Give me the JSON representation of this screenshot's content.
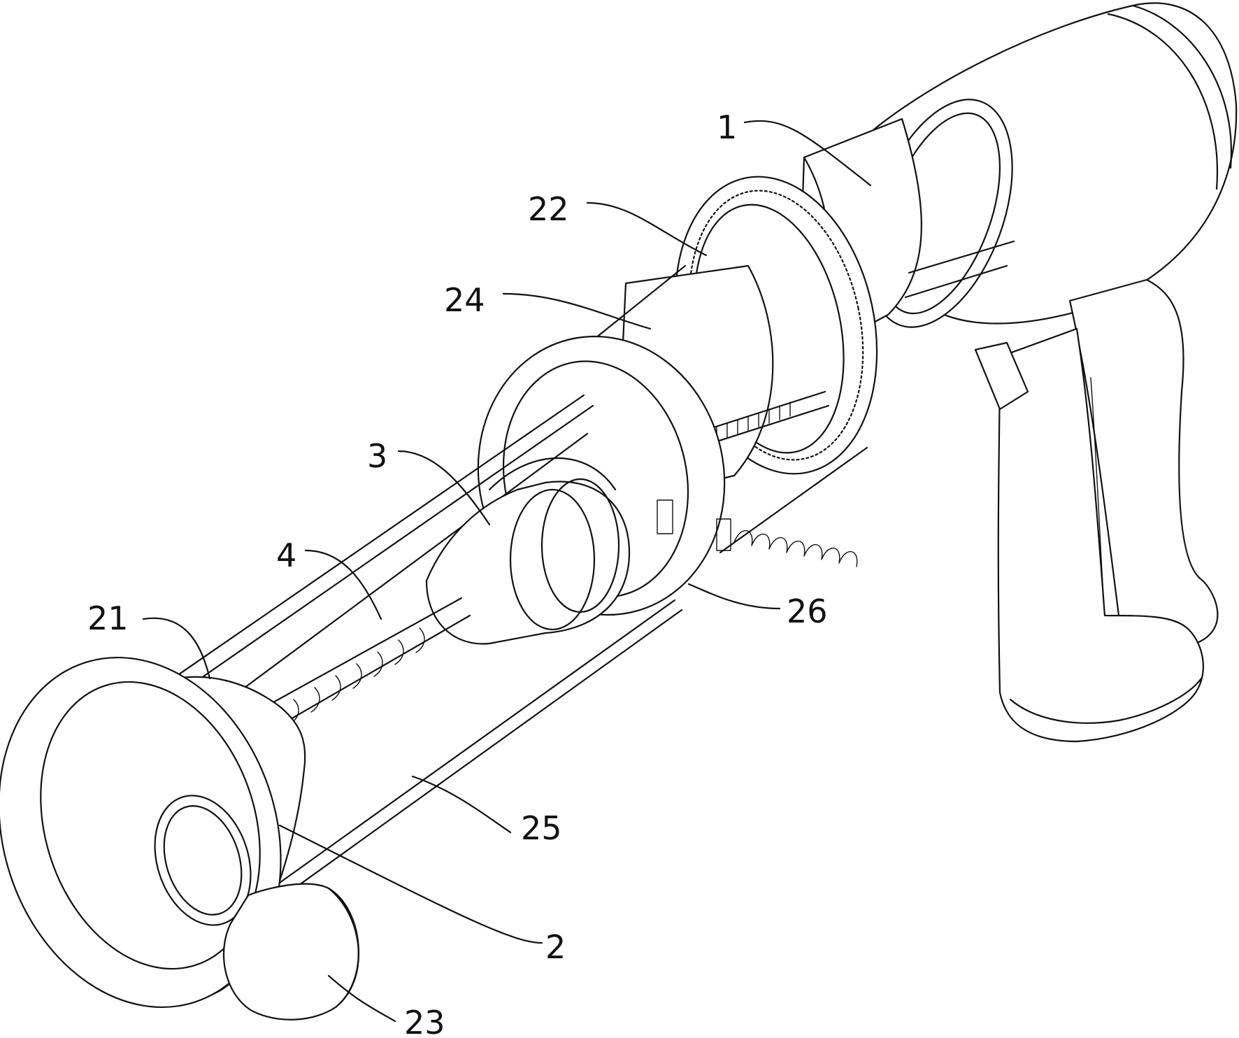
{
  "figure": {
    "labels": [
      "1",
      "2",
      "3",
      "4",
      "21",
      "22",
      "23",
      "24",
      "25",
      "26"
    ]
  }
}
